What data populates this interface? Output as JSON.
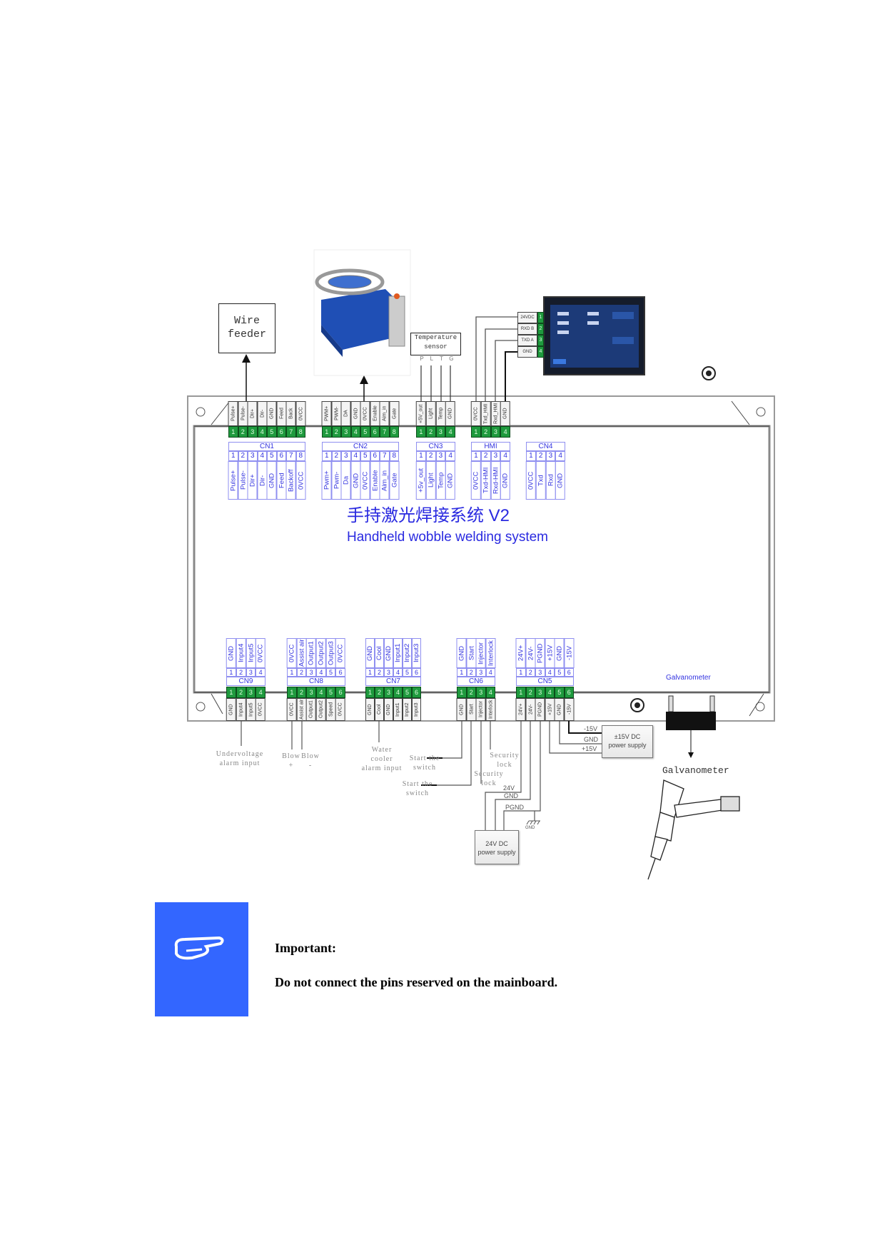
{
  "diagram": {
    "title_cn": "手持激光焊接系统 V2",
    "title_en": "Handheld wobble welding system",
    "galvanometer_board_label": "Galvanometer"
  },
  "devices": {
    "wire_feeder": "Wire feeder",
    "temperature_sensor": "Temperature sensor",
    "temperature_sensor_pins": [
      "P",
      "L",
      "T",
      "G"
    ],
    "hmi_pins": [
      "24VDC",
      "RXD B",
      "TXD A",
      "GND"
    ],
    "hmi_pin_numbers": [
      "1",
      "2",
      "3",
      "4"
    ],
    "psu_15v": [
      "±15V DC",
      "power supply"
    ],
    "psu_24v": [
      "24V DC",
      "power supply"
    ],
    "galvanometer": "Galvanometer"
  },
  "top_connectors": [
    {
      "name": "CN1",
      "pins": [
        "Pulse+",
        "Pulse-",
        "Dir+",
        "Dir-",
        "GND",
        "Feed",
        "Back",
        "0VCC"
      ],
      "signals": [
        "Pulse+",
        "Pulse-",
        "Dir+",
        "Dir-",
        "GND",
        "Feed",
        "Backoff",
        "0VCC"
      ]
    },
    {
      "name": "CN2",
      "pins": [
        "PWM+",
        "PWM-",
        "DA",
        "GND",
        "0VCC",
        "Enable",
        "Aim_in",
        "Gate"
      ],
      "signals": [
        "Pwm+",
        "Pwm-",
        "Da",
        "GND",
        "0VCC",
        "Enable",
        "Aim_in",
        "Gate"
      ]
    },
    {
      "name": "CN3",
      "pins": [
        "+5V_out",
        "Light",
        "Temp",
        "GND"
      ],
      "signals": [
        "+5v_out",
        "Light",
        "Temp",
        "GND"
      ]
    },
    {
      "name": "HMI",
      "pins": [
        "0VCC",
        "Txd_HMI",
        "Rxd_HMI",
        "GND"
      ],
      "signals": [
        "0VCC",
        "Txd-HMI",
        "Rxd-HMI",
        "GND"
      ]
    },
    {
      "name": "CN4",
      "pins": [],
      "signals": [
        "0VCC",
        "Txd",
        "Rxd",
        "GND"
      ]
    }
  ],
  "bottom_connectors": [
    {
      "name": "CN9",
      "pins": [
        "GND",
        "Input4",
        "Input5",
        "0VCC"
      ],
      "signals": [
        "GND",
        "Input4",
        "Input5",
        "0VCC"
      ]
    },
    {
      "name": "CN8",
      "pins": [
        "0VCC",
        "Assist air",
        "Output1",
        "Output2",
        "Speed",
        "0VCC"
      ],
      "signals": [
        "0VCC",
        "Assist air",
        "Output1",
        "Output2",
        "Output3",
        "0VCC"
      ]
    },
    {
      "name": "CN7",
      "pins": [
        "GND",
        "Cool",
        "GND",
        "Input1",
        "Input2",
        "Input3"
      ],
      "signals": [
        "GND",
        "Cool",
        "GND",
        "Input1",
        "Input2",
        "Input3"
      ]
    },
    {
      "name": "CN6",
      "pins": [
        "GND",
        "Start",
        "Injector",
        "Interlock"
      ],
      "signals": [
        "GND",
        "Start",
        "Injector",
        "Interlock"
      ]
    },
    {
      "name": "CN5",
      "pins": [
        "24V+",
        "24V-",
        "PGND",
        "+15V",
        "GND",
        "-15V"
      ],
      "signals": [
        "24V+",
        "24V-",
        "PGND",
        "+15V",
        "GND",
        "-15V"
      ]
    }
  ],
  "wire_labels": {
    "undervoltage": [
      "Undervoltage",
      "alarm input"
    ],
    "blow_plus": [
      "Blow",
      "+"
    ],
    "blow_minus": [
      "Blow",
      "-"
    ],
    "water_cooler": [
      "Water",
      "cooler",
      "alarm input"
    ],
    "start_switch_1": [
      "Start the",
      "switch"
    ],
    "start_switch_2": [
      "Start the",
      "switch"
    ],
    "security_lock_1": [
      "Security",
      "lock"
    ],
    "security_lock_2": [
      "Security",
      "lock"
    ],
    "neg15v": "-15V",
    "gnd_15": "GND",
    "pos15v": "+15V",
    "v24": "24V",
    "gnd_24": "GND",
    "pgnd": "PGND",
    "earth": "GND"
  },
  "notice": {
    "icon": "pointing-hand-icon",
    "title": "Important:",
    "text": "Do not connect the pins reserved on the mainboard.",
    "color": "#3366ff"
  }
}
